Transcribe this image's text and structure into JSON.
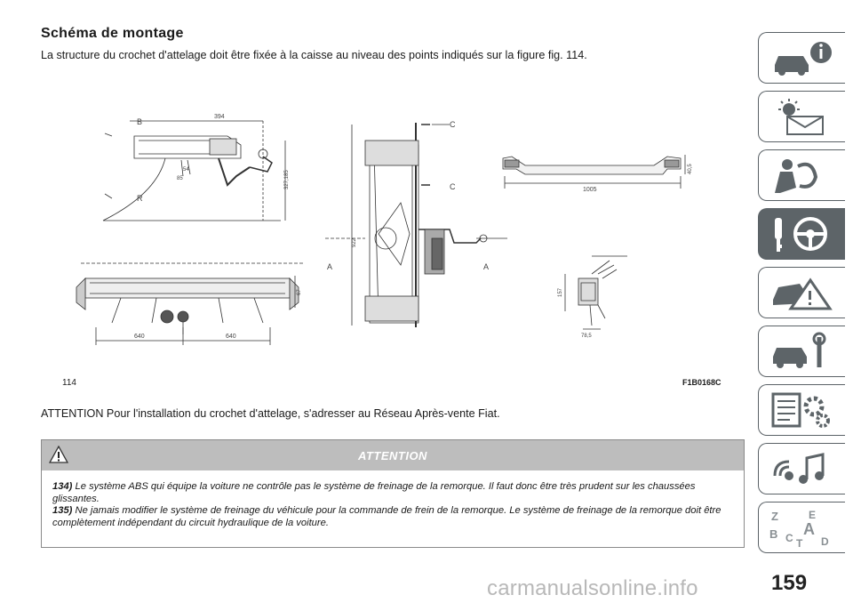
{
  "title": "Schéma de montage",
  "intro": "La structure du crochet d'attelage doit être fixée à la caisse au niveau des points indiqués sur la figure fig. 114.",
  "figure": {
    "number": "114",
    "code": "F1B0168C",
    "labels": {
      "b": "B",
      "r": "R",
      "dim_394": "394",
      "dim_54": "54",
      "dim_85": "85",
      "dim_327": "327,185",
      "dim_67": "67",
      "dim_640a": "640",
      "dim_640b": "640",
      "c_top": "C",
      "c_mid": "C",
      "a_left": "A",
      "a_right": "A",
      "dim_922": "922",
      "dim_1005": "1005",
      "dim_405": "40,5",
      "dim_157": "157",
      "dim_785": "78,5"
    }
  },
  "note": "ATTENTION Pour l'installation du crochet d'attelage, s'adresser au Réseau Après-vente Fiat.",
  "warning": {
    "heading": "ATTENTION",
    "items": [
      {
        "id": "134)",
        "text": "Le système ABS qui équipe la voiture ne contrôle pas le système de freinage de la remorque. Il faut donc être très prudent sur les chaussées glissantes."
      },
      {
        "id": "135)",
        "text": "Ne jamais modifier le système de freinage du véhicule pour la commande de frein de la remorque. Le système de freinage de la remorque doit être complètement indépendant du circuit hydraulique de la voiture."
      }
    ]
  },
  "sidebar_tabs": [
    {
      "icon": "car-info-icon",
      "active": false
    },
    {
      "icon": "warning-lights-mail-icon",
      "active": false
    },
    {
      "icon": "seat-airbag-icon",
      "active": false
    },
    {
      "icon": "key-steering-wheel-icon",
      "active": true
    },
    {
      "icon": "car-accident-warning-icon",
      "active": false
    },
    {
      "icon": "car-maintenance-wrench-icon",
      "active": false
    },
    {
      "icon": "specifications-gears-icon",
      "active": false
    },
    {
      "icon": "multimedia-music-icon",
      "active": false
    },
    {
      "icon": "alphabetical-index-icon",
      "active": false
    }
  ],
  "index_letters": [
    "Z",
    "E",
    "B",
    "A",
    "C",
    "T",
    "D"
  ],
  "page_number": "159",
  "watermark": "carmanualsonline.info"
}
